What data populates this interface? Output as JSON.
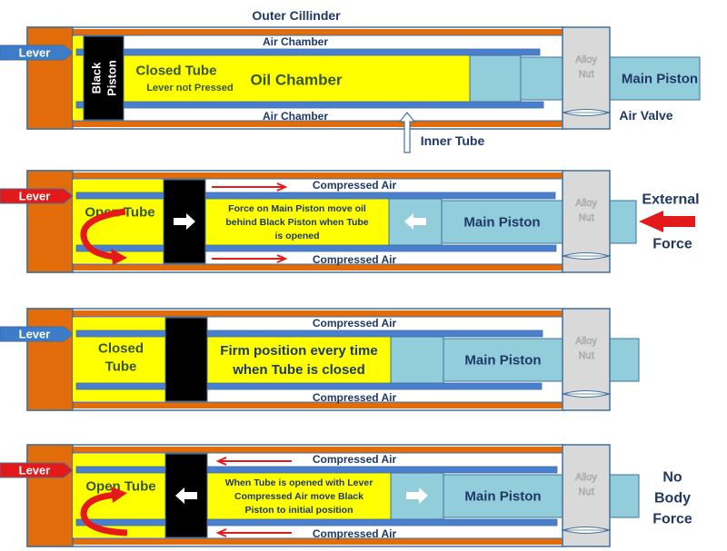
{
  "colors": {
    "outer_cylinder": "#e36c0a",
    "outline": "#41719c",
    "inner_tube": "#4a7fcf",
    "oil": "#ffff00",
    "black_piston": "#000000",
    "main_piston": "#92cddc",
    "alloy_nut": "#d9d9d9",
    "lever_closed": "#3d7cc9",
    "lever_open": "#e41a1a",
    "flow_arrow": "#e41a1a",
    "text_dark": "#1f3864",
    "text_green": "#375623"
  },
  "panels": [
    {
      "id": "closed-lever-not-pressed",
      "lever": {
        "label": "Lever",
        "state": "closed"
      },
      "title_top": "Outer Cillinder",
      "air_top": "Air Chamber",
      "air_bottom": "Air Chamber",
      "black_piston_label": [
        "Black",
        "Piston"
      ],
      "tube_state": [
        "Closed Tube"
      ],
      "tube_substate": "Lever not Pressed",
      "oil_label": [
        "Oil Chamber"
      ],
      "main_piston": "Main Piston",
      "nut": [
        "Alloy",
        "Nut"
      ],
      "air_valve": "Air Valve",
      "inner_tube": "Inner Tube"
    },
    {
      "id": "open-external-force",
      "lever": {
        "label": "Lever",
        "state": "open"
      },
      "air_top": "Compressed Air",
      "air_bottom": "Compressed Air",
      "tube_state": [
        "Open Tube"
      ],
      "oil_label": [
        "Force on Main Piston move oil",
        "behind Black Piston when Tube",
        "is opened"
      ],
      "main_piston": "Main Piston",
      "nut": [
        "Alloy",
        "Nut"
      ],
      "side_label": [
        "External",
        "Force"
      ],
      "piston_direction": "right",
      "air_flow": "right"
    },
    {
      "id": "closed-firm",
      "lever": {
        "label": "Lever",
        "state": "closed"
      },
      "air_top": "Compressed Air",
      "air_bottom": "Compressed Air",
      "tube_state": [
        "Closed",
        "Tube"
      ],
      "oil_label": [
        "Firm position every time",
        "when Tube is closed"
      ],
      "main_piston": "Main Piston",
      "nut": [
        "Alloy",
        "Nut"
      ]
    },
    {
      "id": "open-no-force",
      "lever": {
        "label": "Lever",
        "state": "open"
      },
      "air_top": "Compressed Air",
      "air_bottom": "Compressed Air",
      "tube_state": [
        "Open Tube"
      ],
      "oil_label": [
        "When Tube is opened with Lever",
        "Compressed Air move Black",
        "Piston to initial position"
      ],
      "main_piston": "Main Piston",
      "nut": [
        "Alloy",
        "Nut"
      ],
      "side_label": [
        "No",
        "Body",
        "Force"
      ],
      "piston_direction": "left",
      "air_flow": "left"
    }
  ]
}
